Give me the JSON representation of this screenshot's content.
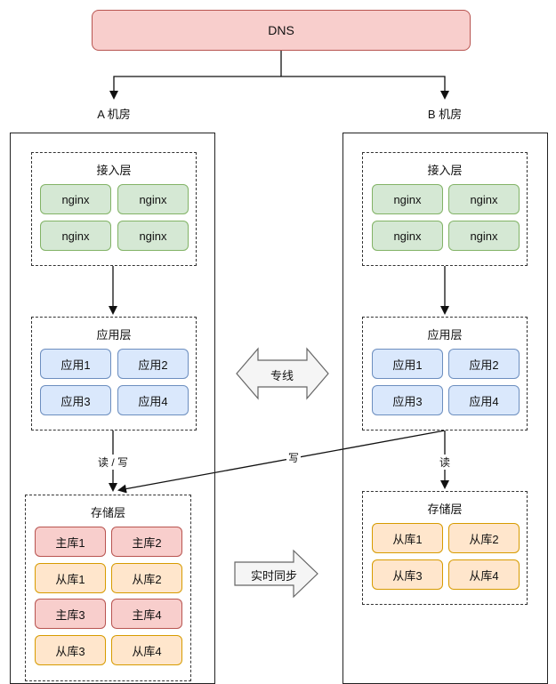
{
  "dns": {
    "label": "DNS"
  },
  "rooms": {
    "a": {
      "label": "A 机房",
      "access_layer": {
        "title": "接入层",
        "nodes": [
          "nginx",
          "nginx",
          "nginx",
          "nginx"
        ]
      },
      "app_layer": {
        "title": "应用层",
        "nodes": [
          "应用1",
          "应用2",
          "应用3",
          "应用4"
        ]
      },
      "storage_layer": {
        "title": "存储层",
        "nodes": [
          "主库1",
          "主库2",
          "从库1",
          "从库2",
          "主库3",
          "主库4",
          "从库3",
          "从库4"
        ]
      },
      "edge_label": "读 / 写"
    },
    "b": {
      "label": "B 机房",
      "access_layer": {
        "title": "接入层",
        "nodes": [
          "nginx",
          "nginx",
          "nginx",
          "nginx"
        ]
      },
      "app_layer": {
        "title": "应用层",
        "nodes": [
          "应用1",
          "应用2",
          "应用3",
          "应用4"
        ]
      },
      "storage_layer": {
        "title": "存储层",
        "nodes": [
          "从库1",
          "从库2",
          "从库3",
          "从库4"
        ]
      },
      "edge_label": "读"
    }
  },
  "cross_write_label": "写",
  "dedicated_line_label": "专线",
  "realtime_sync_label": "实时同步",
  "colors": {
    "dns_fill": "#f8cecc",
    "nginx_fill": "#d5e8d4",
    "app_fill": "#dae8fc",
    "master_fill": "#f8cecc",
    "slave_fill": "#ffe6cc"
  }
}
